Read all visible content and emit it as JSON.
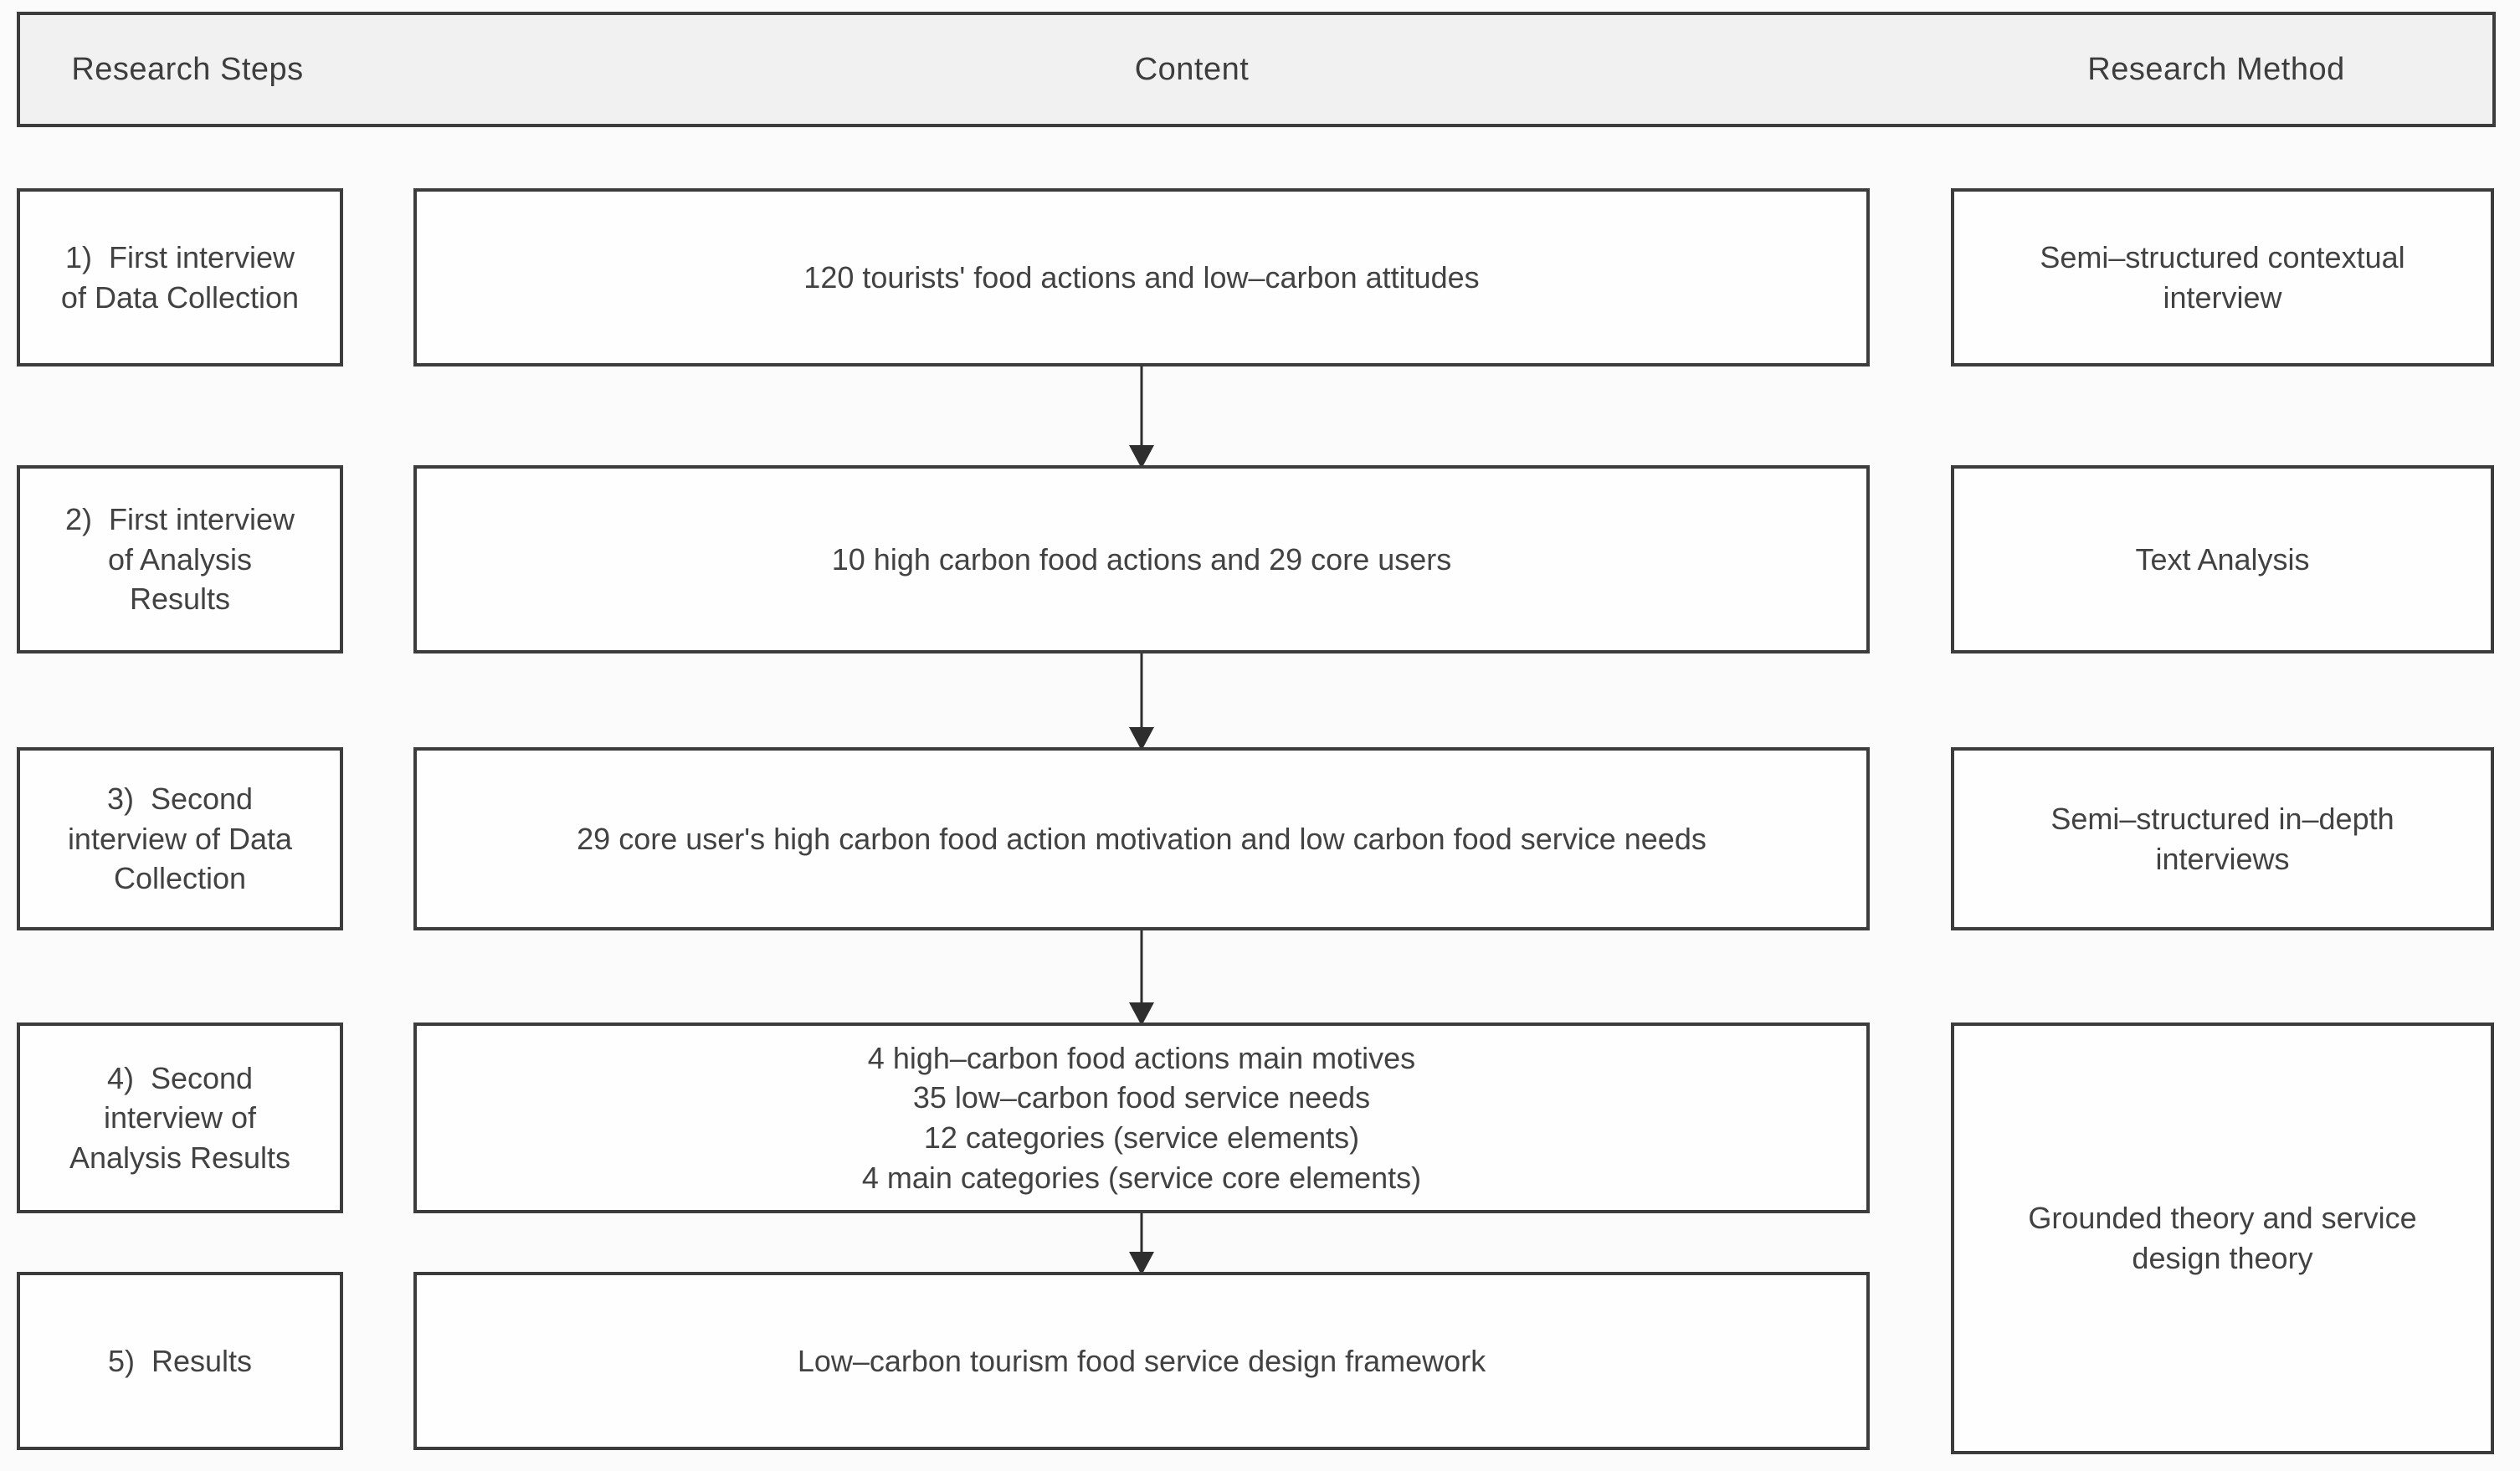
{
  "header": {
    "steps": "Research Steps",
    "content": "Content",
    "method": "Research Method"
  },
  "rows": [
    {
      "step": "1)  First interview\nof Data Collection",
      "content": "120 tourists' food actions and low–carbon attitudes",
      "method": "Semi–structured contextual\ninterview"
    },
    {
      "step": "2)  First interview\nof Analysis\nResults",
      "content": "10 high carbon food actions and 29 core users",
      "method": "Text Analysis"
    },
    {
      "step": "3)  Second\ninterview of Data\nCollection",
      "content": "29 core user's high carbon food action motivation and low carbon food service needs",
      "method": "Semi–structured in–depth\ninterviews"
    },
    {
      "step": "4)  Second\ninterview of\nAnalysis Results",
      "content": "4 high–carbon food actions main motives\n35 low–carbon food service needs\n12 categories (service elements)\n4 main categories (service core elements)",
      "method": "Grounded theory and service\ndesign theory"
    },
    {
      "step": "5)  Results",
      "content": "Low–carbon tourism food service design framework"
    }
  ],
  "flow": {
    "arrow_icon": "down-arrow",
    "arrow_count": 4
  },
  "colors": {
    "border": "#3c3c3c",
    "header_fill": "#f1f1f1",
    "box_fill": "#fefefe",
    "text": "#424242",
    "arrow": "#2e2e2e",
    "page_bg": "#fbfbfb"
  }
}
